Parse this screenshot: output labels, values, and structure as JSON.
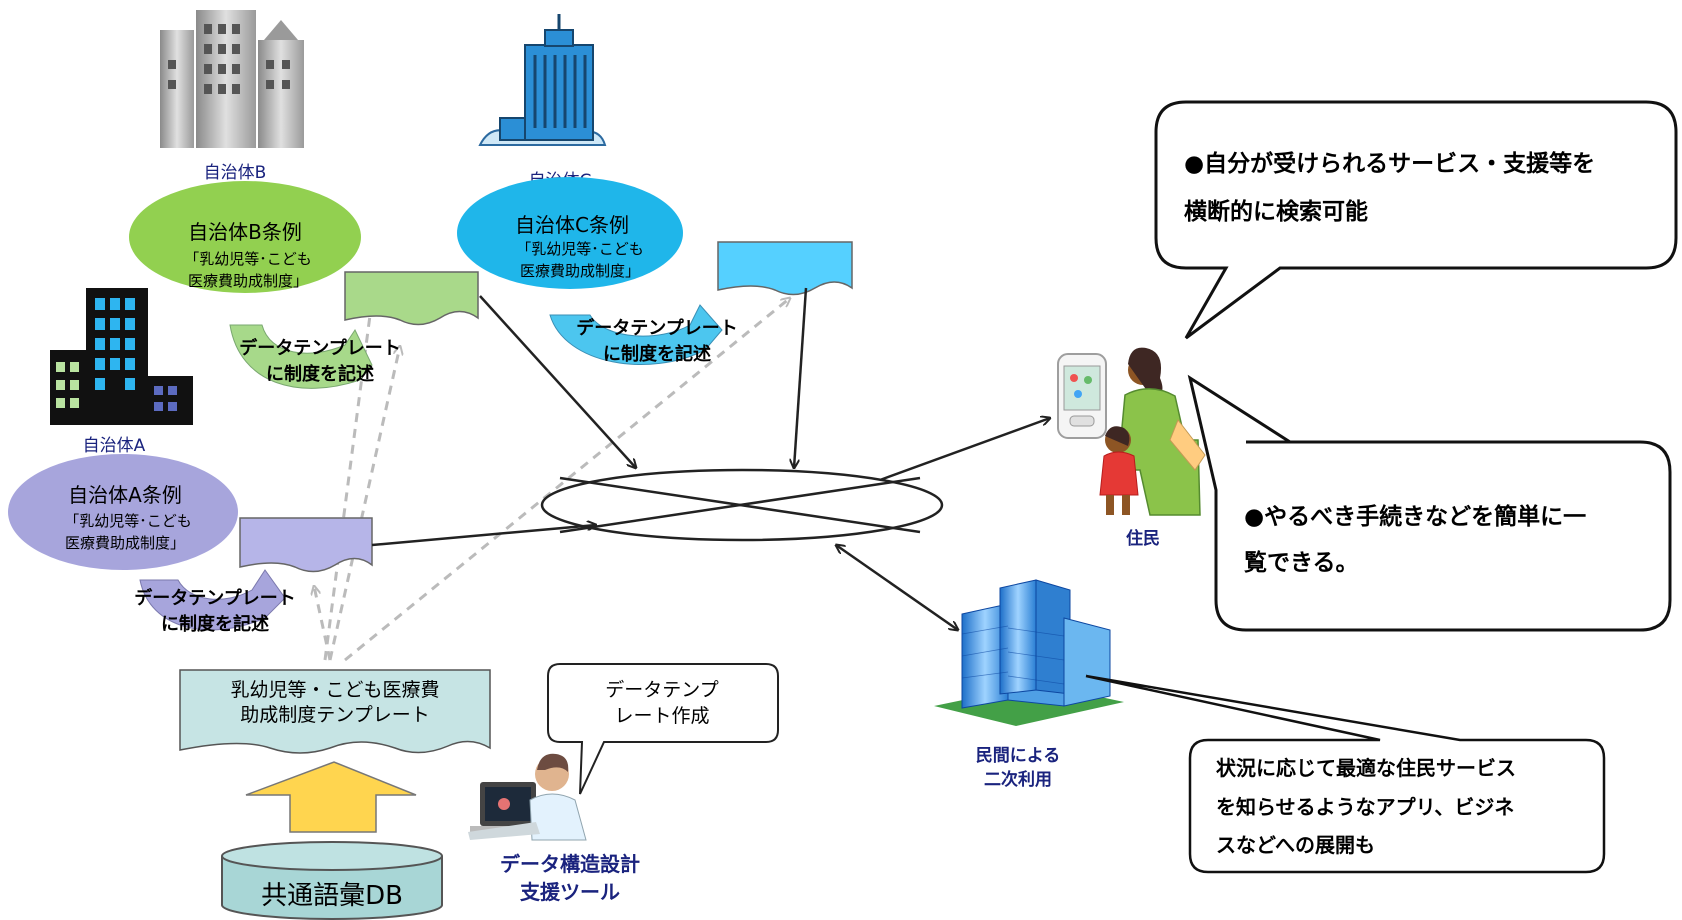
{
  "municipalities": {
    "a": {
      "label": "自治体A",
      "ordinance_title": "自治体A条例",
      "ordinance_line1": "「乳幼児等･こども",
      "ordinance_line2": "医療費助成制度」",
      "template_line1": "データテンプレート",
      "template_line2": "に制度を記述"
    },
    "b": {
      "label": "自治体B",
      "ordinance_title": "自治体B条例",
      "ordinance_line1": "「乳幼児等･こども",
      "ordinance_line2": "医療費助成制度」",
      "template_line1": "データテンプレート",
      "template_line2": "に制度を記述"
    },
    "c": {
      "label": "自治体C",
      "ordinance_title": "自治体C条例",
      "ordinance_line1": "「乳幼児等･こども",
      "ordinance_line2": "医療費助成制度」",
      "template_line1": "データテンプレート",
      "template_line2": "に制度を記述"
    }
  },
  "template_doc": {
    "line1": "乳幼児等・こども医療費",
    "line2": "助成制度テンプレート"
  },
  "vocabulary_db": {
    "label": "共通語彙DB"
  },
  "tool": {
    "bubble_line1": "データテンプ",
    "bubble_line2": "レート作成",
    "label_line1": "データ構造設計",
    "label_line2": "支援ツール"
  },
  "resident": {
    "label": "住民"
  },
  "private_use": {
    "label_line1": "民間による",
    "label_line2": "二次利用"
  },
  "callouts": {
    "search": {
      "line1": "●自分が受けられるサービス・支援等を",
      "line2": "横断的に検索可能"
    },
    "procedures": {
      "line1": "●やるべき手続きなどを簡単に一",
      "line2": "覧できる。"
    },
    "business": {
      "line1": "状況に応じて最適な住民サービス",
      "line2": "を知らせるようなアプリ、ビジネ",
      "line3": "スなどへの展開も"
    }
  },
  "colors": {
    "ordinance_a": "#a7a5dc",
    "ordinance_b": "#92d050",
    "ordinance_c": "#1fb6ea",
    "doc_a": "#b6b5e8",
    "doc_b": "#a9d98a",
    "doc_c": "#55d0ff",
    "template_doc": "#c6e4e4",
    "db": "#a8d6d6",
    "arrow_up": "#ffd54f",
    "label_blue": "#1a237e",
    "dashed": "#bbbbbb"
  }
}
